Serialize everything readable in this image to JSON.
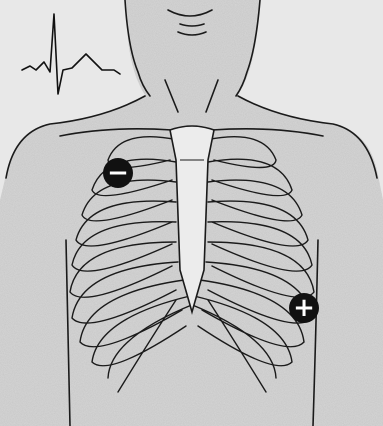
{
  "electrodes": {
    "negative": {
      "symbol": "−"
    },
    "positive": {
      "symbol": "+"
    }
  },
  "colors": {
    "background": "#dedede",
    "line": "#1a1a1a",
    "electrode_fill": "#111111",
    "electrode_symbol": "#ffffff"
  },
  "icons": [
    "ecg-waveform-icon",
    "torso-outline",
    "rib-cage",
    "sternum"
  ]
}
